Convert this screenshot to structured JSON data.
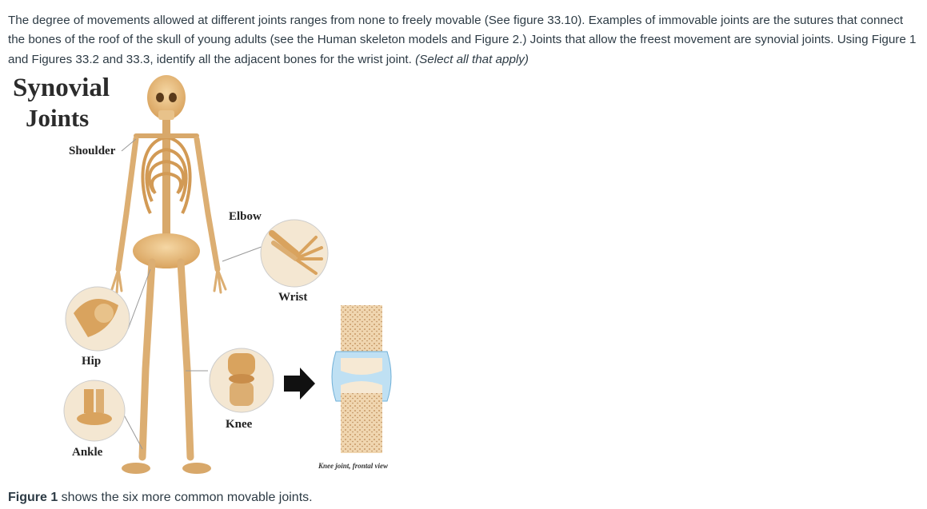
{
  "question": {
    "part1": "The degree of movements allowed at different joints ranges from none to freely movable (See figure 33.10). Examples of immovable joints are the sutures that connect the bones of the roof of the skull of young adults (see the Human skeleton models and Figure 2.) Joints that allow the freest movement are synovial joints. Using Figure 1 and Figures 33.2 and 33.3, identify all the adjacent bones for the wrist joint. ",
    "instruction": "(Select all that apply)"
  },
  "figure": {
    "title_line1": "Synovial",
    "title_line2": "Joints",
    "labels": {
      "shoulder": "Shoulder",
      "elbow": "Elbow",
      "wrist": "Wrist",
      "hip": "Hip",
      "knee": "Knee",
      "ankle": "Ankle",
      "knee_frontal": "Knee joint, frontal view"
    }
  },
  "caption": {
    "label": "Figure 1",
    "text": " shows the six more common movable joints."
  }
}
